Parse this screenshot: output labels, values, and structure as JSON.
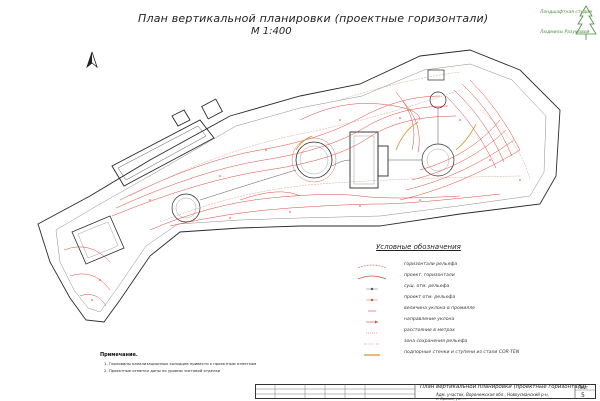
{
  "drawing": {
    "title": "План вертикальной планировки (проектные горизонтали)",
    "scale": "М 1:400"
  },
  "logo": {
    "line1": "Ландшафтная студия",
    "line2": "Людмилы Разумовой"
  },
  "legend": {
    "title": "Условные обозначения",
    "items": [
      {
        "label": "горизонтали рельефа",
        "icon": "existing-contour-symbol"
      },
      {
        "label": "проект. горизонтали",
        "icon": "design-contour-symbol"
      },
      {
        "label": "сущ. отм. рельефа",
        "icon": "existing-elevation-symbol"
      },
      {
        "label": "проект отм. рельефа",
        "icon": "design-elevation-symbol"
      },
      {
        "label": "величина уклона в промилле",
        "icon": "slope-value-symbol"
      },
      {
        "label": "направление уклона",
        "icon": "slope-direction-symbol"
      },
      {
        "label": "расстояние в метрах",
        "icon": "distance-symbol"
      },
      {
        "label": "зона сохранения рельефа",
        "icon": "relief-preservation-zone-symbol"
      },
      {
        "label": "подпорные стенки и ступени из стали COR-TEN",
        "icon": "retaining-wall-symbol"
      }
    ]
  },
  "notes": {
    "title": "Примечание.",
    "lines": [
      "1.     Горловины канализационных колодцев привести к проектным отметкам",
      "2.     Проектные отметки даны по уровню чистовой отделки"
    ]
  },
  "title_block": {
    "title": "План вертикальной планировки (проектные горизонтали)",
    "sub1": "Адм. участок, Воронежская обл., Новоусманский р-н,",
    "sub2": "с. Орлово, ул. ...",
    "sheet_label": "Лист",
    "sheet_number": "5"
  },
  "colors": {
    "design_contour": "#e0463a",
    "existing_contour": "#c98a7a",
    "linework": "#2a2a2a",
    "light_linework": "#8a8a8a",
    "logo_green": "#4a8a3c"
  }
}
